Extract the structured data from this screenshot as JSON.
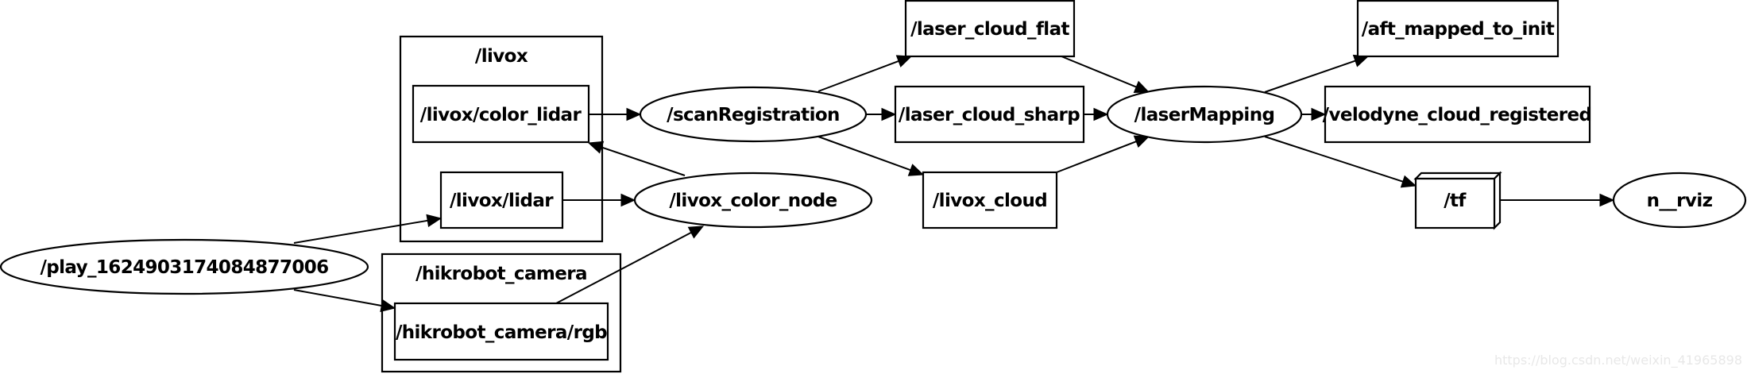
{
  "graph": {
    "clusters": [
      {
        "id": "livox",
        "label": "/livox"
      },
      {
        "id": "hikrobot_camera",
        "label": "/hikrobot_camera"
      }
    ],
    "nodes": [
      {
        "id": "play",
        "label": "/play_1624903174084877006",
        "shape": "ellipse",
        "kind": "node"
      },
      {
        "id": "color_lidar",
        "label": "/livox/color_lidar",
        "shape": "box",
        "kind": "topic",
        "cluster": "livox"
      },
      {
        "id": "lidar",
        "label": "/livox/lidar",
        "shape": "box",
        "kind": "topic",
        "cluster": "livox"
      },
      {
        "id": "rgb",
        "label": "/hikrobot_camera/rgb",
        "shape": "box",
        "kind": "topic",
        "cluster": "hikrobot_camera"
      },
      {
        "id": "scanRegistration",
        "label": "/scanRegistration",
        "shape": "ellipse",
        "kind": "node"
      },
      {
        "id": "livox_color_node",
        "label": "/livox_color_node",
        "shape": "ellipse",
        "kind": "node"
      },
      {
        "id": "laser_cloud_flat",
        "label": "/laser_cloud_flat",
        "shape": "box",
        "kind": "topic"
      },
      {
        "id": "laser_cloud_sharp",
        "label": "/laser_cloud_sharp",
        "shape": "box",
        "kind": "topic"
      },
      {
        "id": "livox_cloud",
        "label": "/livox_cloud",
        "shape": "box",
        "kind": "topic"
      },
      {
        "id": "laserMapping",
        "label": "/laserMapping",
        "shape": "ellipse",
        "kind": "node"
      },
      {
        "id": "aft_mapped_to_init",
        "label": "/aft_mapped_to_init",
        "shape": "box",
        "kind": "topic"
      },
      {
        "id": "velodyne_cloud_registered",
        "label": "/velodyne_cloud_registered",
        "shape": "box",
        "kind": "topic"
      },
      {
        "id": "tf",
        "label": "/tf",
        "shape": "box3d",
        "kind": "topic"
      },
      {
        "id": "rviz",
        "label": "n__rviz",
        "shape": "ellipse",
        "kind": "node"
      }
    ],
    "edges": [
      {
        "from": "play",
        "to": "lidar"
      },
      {
        "from": "play",
        "to": "rgb"
      },
      {
        "from": "color_lidar",
        "to": "scanRegistration"
      },
      {
        "from": "lidar",
        "to": "livox_color_node"
      },
      {
        "from": "livox_color_node",
        "to": "color_lidar"
      },
      {
        "from": "rgb",
        "to": "livox_color_node"
      },
      {
        "from": "scanRegistration",
        "to": "laser_cloud_flat"
      },
      {
        "from": "scanRegistration",
        "to": "laser_cloud_sharp"
      },
      {
        "from": "scanRegistration",
        "to": "livox_cloud"
      },
      {
        "from": "laser_cloud_flat",
        "to": "laserMapping"
      },
      {
        "from": "laser_cloud_sharp",
        "to": "laserMapping"
      },
      {
        "from": "livox_cloud",
        "to": "laserMapping"
      },
      {
        "from": "laserMapping",
        "to": "aft_mapped_to_init"
      },
      {
        "from": "laserMapping",
        "to": "velodyne_cloud_registered"
      },
      {
        "from": "laserMapping",
        "to": "tf"
      },
      {
        "from": "tf",
        "to": "rviz"
      }
    ]
  },
  "watermark": "https://blog.csdn.net/weixin_41965898"
}
